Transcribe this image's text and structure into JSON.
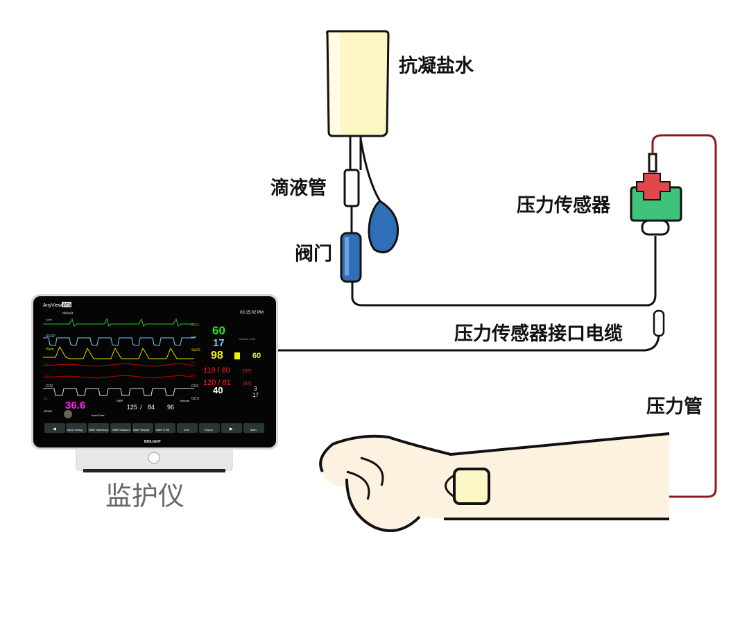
{
  "labels": {
    "saline": "抗凝盐水",
    "drip_tube": "滴液管",
    "valve": "阀门",
    "pressure_sensor": "压力传感器",
    "sensor_cable": "压力传感器接口电缆",
    "pressure_tube": "压力管",
    "monitor": "监护仪"
  },
  "monitor": {
    "brand_title": "AnyView",
    "model": "PT8",
    "profile": "default",
    "patient_type": "Adult",
    "time": "03:15:02 PM",
    "logo": "BIOLIGHT",
    "waves": [
      "RESP",
      "Pleth",
      "P1",
      "P2",
      "CO2"
    ],
    "params": {
      "ecg_label": "ECG",
      "hr": "60",
      "rr_label": "RR",
      "rr": "17",
      "spo2_label": "SpO2",
      "spo2": "98",
      "pr": "60",
      "p1_label": "P1",
      "p1": "119 / 80",
      "p1_mean": "(97)",
      "p2_label": "P2",
      "p2": "120 / 81",
      "p2_mean": "(97)",
      "co2_label": "CO2",
      "co2": "40",
      "fi": "3",
      "fi2": "17",
      "temp_label": "T1",
      "temp": "36.6",
      "news_label": "NEWS",
      "nibp_label": "NIBP",
      "nibp_sys": "125",
      "nibp_dia": "84",
      "nibp_map": "96",
      "nibp_mode": "Manual",
      "gcs_label": "GCS",
      "source": "Source: CO2",
      "input_data": "Input Data"
    },
    "buttons": [
      "Alarm Setup",
      "NIBP Start/Stop",
      "NIBP Measure",
      "NIBP StopAll",
      "NIBP STAT",
      "Zero",
      "Sound",
      "Main"
    ],
    "colors": {
      "hr": "#22ee22",
      "rr": "#7fc8f0",
      "spo2": "#f5f500",
      "ibp": "#ff2020",
      "co2": "#ffffff",
      "temp": "#ff22ff"
    }
  },
  "colors": {
    "bag": "#fdf7c6",
    "valve": "#2f6fb8",
    "sensor_body": "#3fc27a",
    "sensor_cross": "#e0464a",
    "pressure_tube": "#8a1a1a",
    "skin": "#fdf2e0"
  }
}
